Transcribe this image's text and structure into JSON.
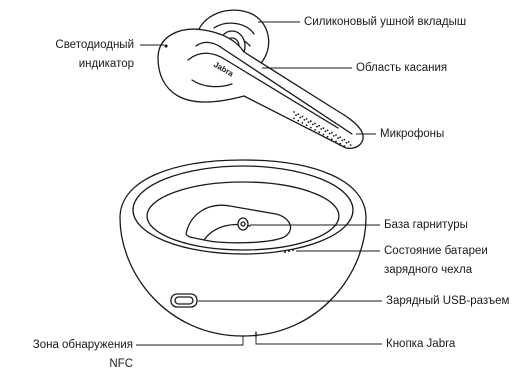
{
  "labels": {
    "eargel": "Силиконовый ушной вкладыш",
    "led_line1": "Светодиодный",
    "led_line2": "индикатор",
    "touch_area": "Область касания",
    "microphones": "Микрофоны",
    "headset_base": "База гарнитуры",
    "battery_line1": "Состояние батареи",
    "battery_line2": "зарядного чехла",
    "usb_port": "Зарядный USB-разъем",
    "jabra_button": "Кнопка Jabra",
    "nfc_line1": "Зона обнаружения",
    "nfc_line2": "NFC"
  },
  "brand": {
    "logo_text": "Jabra"
  }
}
